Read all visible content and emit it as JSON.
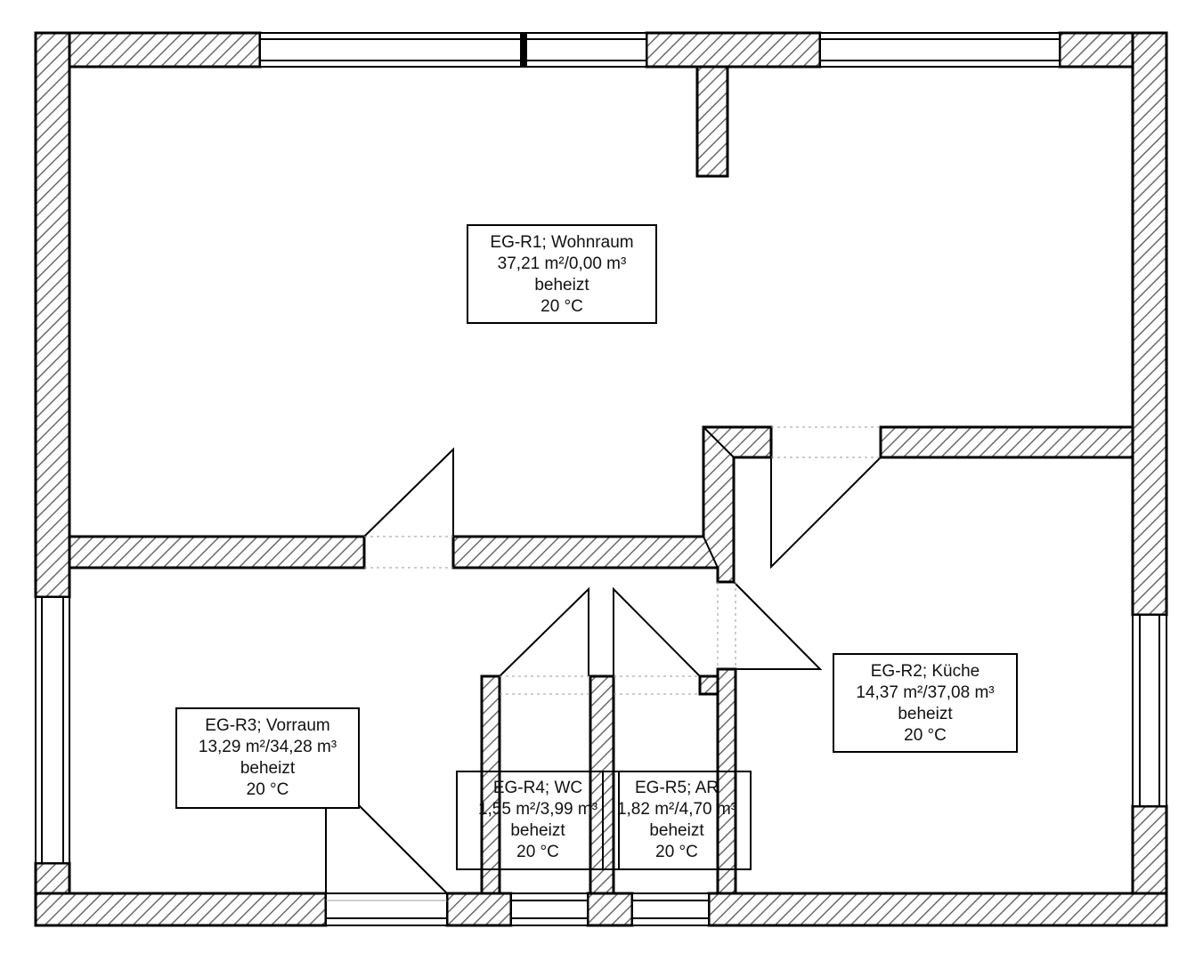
{
  "rooms": [
    {
      "id": "EG-R1",
      "name": "EG-R1; Wohnraum",
      "area_volume": "37,21 m²/0,00 m³",
      "status": "beheizt",
      "temperature": "20 °C"
    },
    {
      "id": "EG-R2",
      "name": "EG-R2; Küche",
      "area_volume": "14,37 m²/37,08 m³",
      "status": "beheizt",
      "temperature": "20 °C"
    },
    {
      "id": "EG-R3",
      "name": "EG-R3; Vorraum",
      "area_volume": "13,29 m²/34,28 m³",
      "status": "beheizt",
      "temperature": "20 °C"
    },
    {
      "id": "EG-R4",
      "name": "EG-R4; WC",
      "area_volume": "1,55 m²/3,99 m³",
      "status": "beheizt",
      "temperature": "20 °C"
    },
    {
      "id": "EG-R5",
      "name": "EG-R5; AR",
      "area_volume": "1,82 m²/4,70 m³",
      "status": "beheizt",
      "temperature": "20 °C"
    }
  ],
  "colors": {
    "wall_outline": "#000000",
    "hatch": "#6b6b6b",
    "background": "#ffffff",
    "opening_line": "#9a9a9a"
  }
}
